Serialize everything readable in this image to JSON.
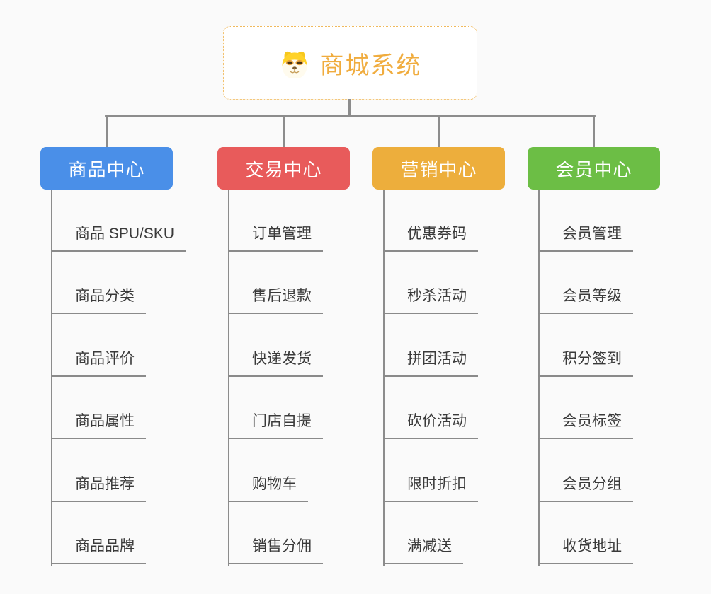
{
  "canvas": {
    "background_color": "#fafafa",
    "connector_color": "#8c8c8c"
  },
  "root": {
    "title": "商城系统",
    "icon": "dog-face-icon",
    "text_color": "#f0ac3e",
    "border_color": "#f0b95c"
  },
  "branches": [
    {
      "label": "商品中心",
      "color": "#4a8fe8",
      "children": [
        "商品 SPU/SKU",
        "商品分类",
        "商品评价",
        "商品属性",
        "商品推荐",
        "商品品牌"
      ]
    },
    {
      "label": "交易中心",
      "color": "#e85b5b",
      "children": [
        "订单管理",
        "售后退款",
        "快递发货",
        "门店自提",
        "购物车",
        "销售分佣"
      ]
    },
    {
      "label": "营销中心",
      "color": "#edae3c",
      "children": [
        "优惠券码",
        "秒杀活动",
        "拼团活动",
        "砍价活动",
        "限时折扣",
        "满减送"
      ]
    },
    {
      "label": "会员中心",
      "color": "#6cbe45",
      "children": [
        "会员管理",
        "会员等级",
        "积分签到",
        "会员标签",
        "会员分组",
        "收货地址"
      ]
    }
  ]
}
